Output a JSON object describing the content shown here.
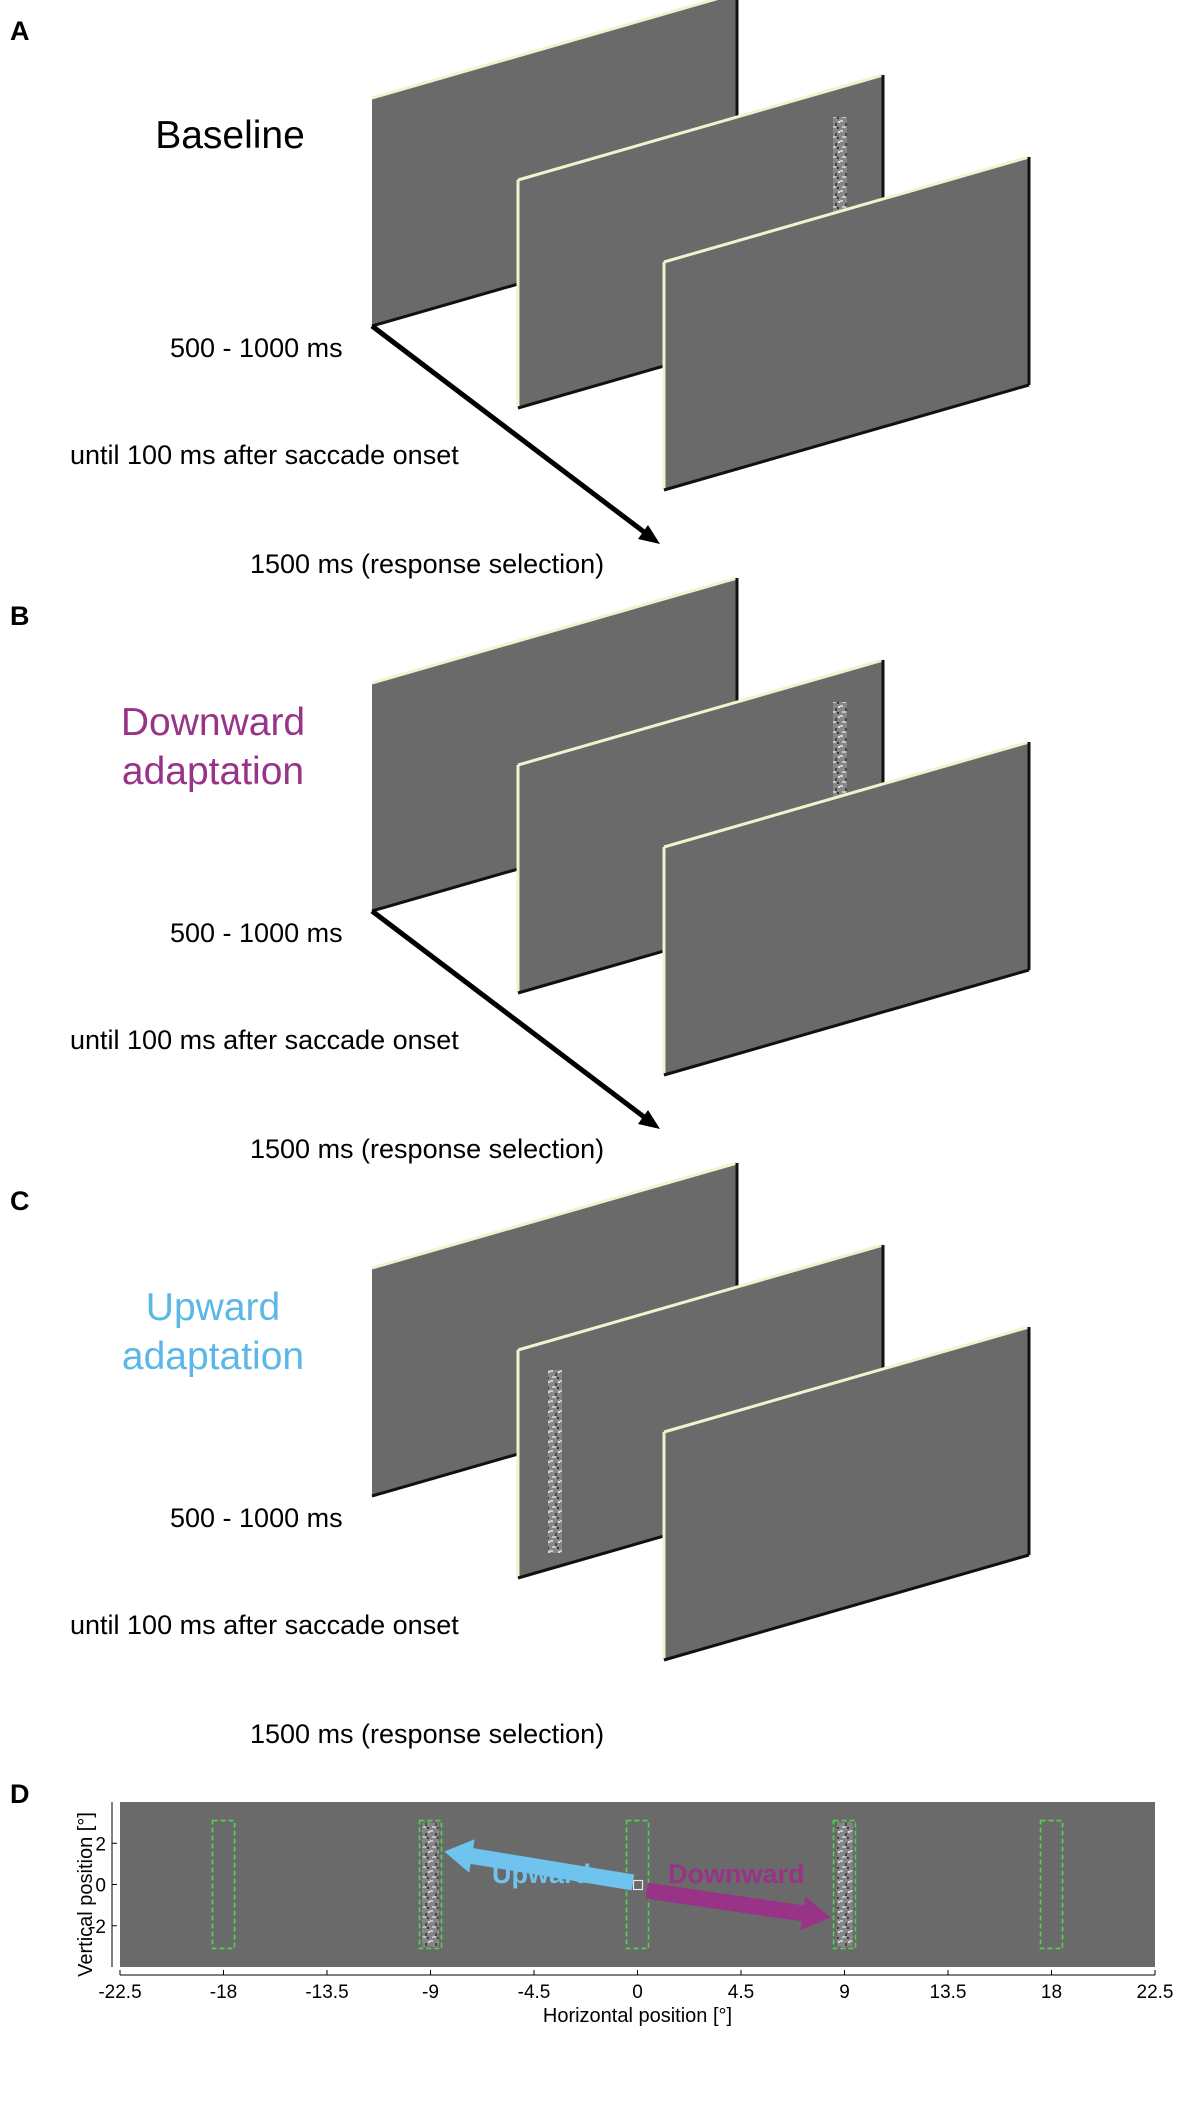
{
  "panels": [
    {
      "letter": "A",
      "title": "Baseline",
      "title_color": "#000000",
      "timings": [
        "500 - 1000 ms",
        "until 100 ms after saccade onset",
        "1500  ms (response selection)"
      ],
      "fixation_frame": 1,
      "stimulus_frame": 2,
      "stimulus_side": "right",
      "arrow": true
    },
    {
      "letter": "B",
      "title": [
        "Downward",
        "adaptation"
      ],
      "title_color": "#993388",
      "timings": [
        "500 - 1000 ms",
        "until 100 ms after saccade onset",
        "1500  ms (response selection)"
      ],
      "fixation_frame": 1,
      "stimulus_frame": 2,
      "stimulus_side": "right",
      "arrow": true
    },
    {
      "letter": "C",
      "title": [
        "Upward",
        "adaptation"
      ],
      "title_color": "#5bb8e6",
      "timings": [
        "500 - 1000 ms",
        "until 100 ms after saccade onset",
        "1500  ms (response selection)"
      ],
      "fixation_frame": 1,
      "stimulus_frame": 2,
      "stimulus_side": "left",
      "arrow": false
    }
  ],
  "panel_d": {
    "letter": "D",
    "x_label": "Horizontal position [°]",
    "y_label": "Vertical position [°]",
    "x_ticks": [
      "-22.5",
      "-18",
      "-13.5",
      "-9",
      "-4.5",
      "0",
      "4.5",
      "9",
      "13.5",
      "18",
      "22.5"
    ],
    "y_ticks": [
      "2",
      "0",
      "-2"
    ],
    "xlim": [
      -22.5,
      22.5
    ],
    "ylim": [
      -4,
      4
    ],
    "target_boxes_x": [
      -18,
      -9,
      0,
      9,
      18
    ],
    "upward": {
      "label": "Upward",
      "color": "#6ec3ef",
      "from": [
        -0.2,
        0.1
      ],
      "to": [
        -8.4,
        1.6
      ]
    },
    "downward": {
      "label": "Downward",
      "color": "#993388",
      "from": [
        0.4,
        -0.3
      ],
      "to": [
        8.4,
        -1.6
      ]
    },
    "background_color": "#6a6a6a",
    "box_color": "#4dd64d"
  }
}
